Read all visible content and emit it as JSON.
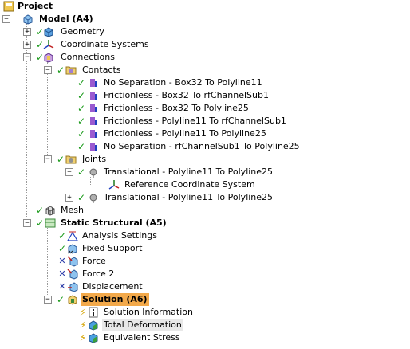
{
  "tree": {
    "project_label": "Project",
    "model_label": "Model (A4)",
    "geometry_label": "Geometry",
    "coordinate_systems_label": "Coordinate Systems",
    "connections_label": "Connections",
    "contacts_label": "Contacts",
    "contacts": [
      "No Separation - Box32 To Polyline11",
      "Frictionless - Box32 To rfChannelSub1",
      "Frictionless - Box32 To Polyline25",
      "Frictionless - Polyline11 To rfChannelSub1",
      "Frictionless - Polyline11 To Polyline25",
      "No Separation - rfChannelSub1 To Polyline25"
    ],
    "joints_label": "Joints",
    "joint1_label": "Translational - Polyline11 To Polyline25",
    "reference_cs_label": "Reference Coordinate System",
    "joint2_label": "Translational - Polyline11 To Polyline25",
    "mesh_label": "Mesh",
    "static_structural_label": "Static Structural (A5)",
    "analysis_settings_label": "Analysis Settings",
    "fixed_support_label": "Fixed Support",
    "force_label": "Force",
    "force2_label": "Force 2",
    "displacement_label": "Displacement",
    "solution_label": "Solution (A6)",
    "solution_information_label": "Solution Information",
    "total_deformation_label": "Total Deformation",
    "equivalent_stress_label": "Equivalent Stress"
  },
  "colors": {
    "solution_highlight": "#f3a94a",
    "check_green": "#1b9b1b",
    "cross_blue": "#2a3aa8"
  }
}
